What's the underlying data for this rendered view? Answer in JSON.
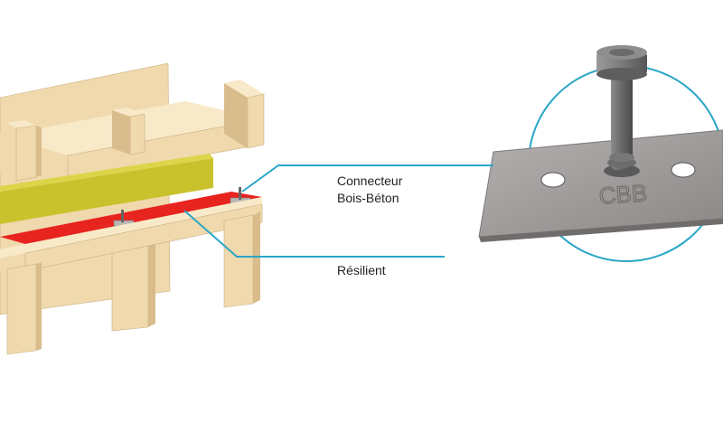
{
  "labels": {
    "connector_line1": "Connecteur",
    "connector_line2": "Bois-Béton",
    "resilient": "Résilient"
  },
  "plate_marking": "CBB",
  "colors": {
    "wood_front": "#f0d9ad",
    "wood_top": "#f8e9c8",
    "wood_side": "#d9bc8c",
    "wood_edge": "#b89b6e",
    "yellow_layer": "#c9c22d",
    "yellow_layer_top": "#dcd54a",
    "red_layer": "#e8241e",
    "leader_line": "#2aa6c6",
    "zoom_circle": "#2aa6c6",
    "plate": "#9a9796",
    "bolt": "#6d6d6d",
    "label_text": "#231f20"
  }
}
